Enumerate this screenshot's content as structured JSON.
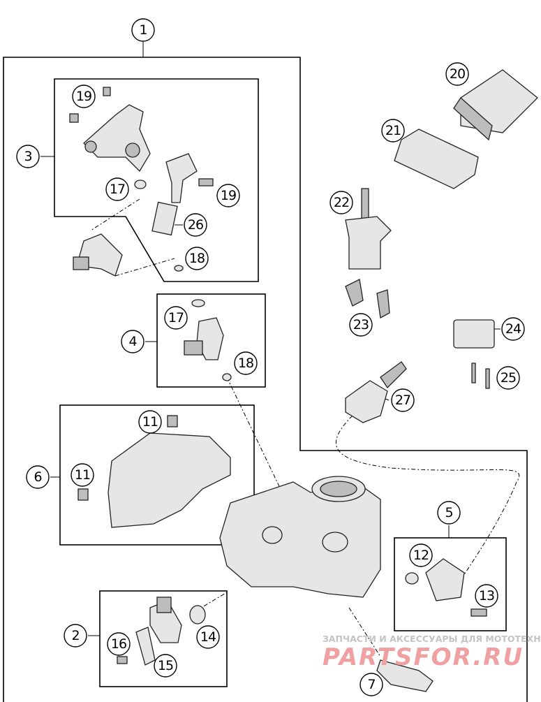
{
  "diagram": {
    "type": "exploded parts diagram",
    "callouts": [
      {
        "id": "c1",
        "label": "1"
      },
      {
        "id": "c3",
        "label": "3"
      },
      {
        "id": "c19a",
        "label": "19"
      },
      {
        "id": "c19b",
        "label": "19"
      },
      {
        "id": "c17a",
        "label": "17"
      },
      {
        "id": "c26",
        "label": "26"
      },
      {
        "id": "c18a",
        "label": "18"
      },
      {
        "id": "c4",
        "label": "4"
      },
      {
        "id": "c17b",
        "label": "17"
      },
      {
        "id": "c18b",
        "label": "18"
      },
      {
        "id": "c20",
        "label": "20"
      },
      {
        "id": "c21",
        "label": "21"
      },
      {
        "id": "c22",
        "label": "22"
      },
      {
        "id": "c23",
        "label": "23"
      },
      {
        "id": "c24",
        "label": "24"
      },
      {
        "id": "c25",
        "label": "25"
      },
      {
        "id": "c27",
        "label": "27"
      },
      {
        "id": "c6",
        "label": "6"
      },
      {
        "id": "c11a",
        "label": "11"
      },
      {
        "id": "c11b",
        "label": "11"
      },
      {
        "id": "c5",
        "label": "5"
      },
      {
        "id": "c12",
        "label": "12"
      },
      {
        "id": "c13",
        "label": "13"
      },
      {
        "id": "c2",
        "label": "2"
      },
      {
        "id": "c16",
        "label": "16"
      },
      {
        "id": "c14",
        "label": "14"
      },
      {
        "id": "c15",
        "label": "15"
      },
      {
        "id": "c7",
        "label": "7"
      }
    ]
  },
  "watermark": {
    "tagline": "ЗАПЧАСТИ И АКСЕССУАРЫ ДЛЯ МОТОТЕХНИКИ",
    "brand": "PARTSFOR.RU",
    "colors": {
      "tagline": "#c4c4c4",
      "brand": "#f0a0a0"
    }
  }
}
